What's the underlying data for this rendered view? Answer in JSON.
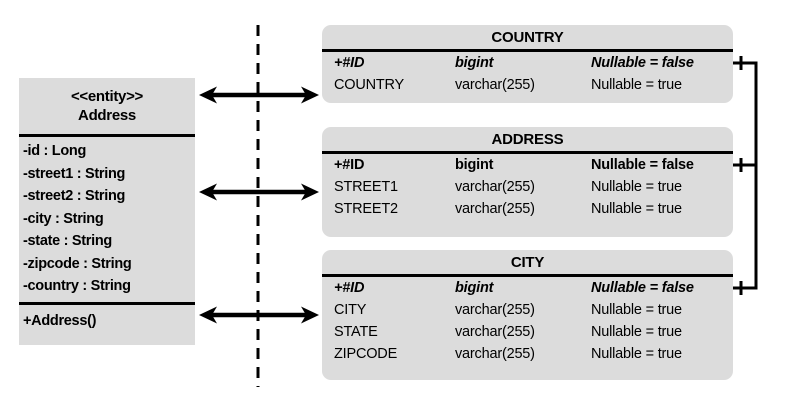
{
  "entity_class": {
    "stereotype": "<<entity>>",
    "name": "Address",
    "fields": [
      "-id : Long",
      "-street1 : String",
      "-street2 : String",
      "-city : String",
      "-state : String",
      "-zipcode : String",
      "-country : String"
    ],
    "methods": [
      "+Address()"
    ]
  },
  "tables": [
    {
      "name": "COUNTRY",
      "columns": [
        {
          "name": "+#ID",
          "type": "bigint",
          "nullable": "Nullable = false",
          "primary_key": true,
          "italic": true
        },
        {
          "name": "COUNTRY",
          "type": "varchar(255)",
          "nullable": "Nullable = true"
        }
      ]
    },
    {
      "name": "ADDRESS",
      "columns": [
        {
          "name": "+#ID",
          "type": "bigint",
          "nullable": "Nullable = false",
          "primary_key": true,
          "italic": false
        },
        {
          "name": "STREET1",
          "type": "varchar(255)",
          "nullable": "Nullable = true"
        },
        {
          "name": "STREET2",
          "type": "varchar(255)",
          "nullable": "Nullable = true"
        }
      ]
    },
    {
      "name": "CITY",
      "columns": [
        {
          "name": "+#ID",
          "type": "bigint",
          "nullable": "Nullable = false",
          "primary_key": true,
          "italic": true
        },
        {
          "name": "CITY",
          "type": "varchar(255)",
          "nullable": "Nullable = true"
        },
        {
          "name": "STATE",
          "type": "varchar(255)",
          "nullable": "Nullable = true"
        },
        {
          "name": "ZIPCODE",
          "type": "varchar(255)",
          "nullable": "Nullable = true"
        }
      ]
    }
  ],
  "colors": {
    "box_fill": "#dcdcdc",
    "line": "#000000",
    "background": "#ffffff"
  }
}
